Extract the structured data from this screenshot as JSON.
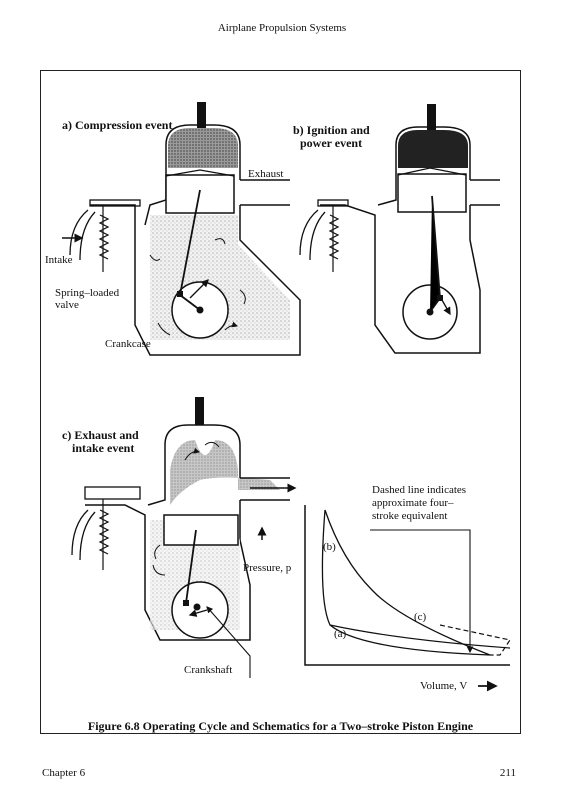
{
  "header": "Airplane Propulsion Systems",
  "panel_a": {
    "title": "a) Compression event",
    "exhaust": "Exhaust",
    "intake": "Intake",
    "valve_line1": "Spring–loaded",
    "valve_line2": "valve",
    "crankcase": "Crankcase"
  },
  "panel_b": {
    "title_line1": "b) Ignition and",
    "title_line2": "power event"
  },
  "panel_c": {
    "title_line1": "c) Exhaust and",
    "title_line2": "intake event",
    "crankshaft": "Crankshaft"
  },
  "graph": {
    "note_line1": "Dashed line indicates",
    "note_line2": "approximate four–",
    "note_line3": "stroke equivalent",
    "ylabel": "Pressure, p",
    "xlabel": "Volume, V",
    "label_a": "(a)",
    "label_b": "(b)",
    "label_c": "(c)"
  },
  "caption": "Figure 6.8 Operating Cycle and Schematics for a Two–stroke Piston Engine",
  "footer": {
    "chapter": "Chapter 6",
    "page": "211"
  }
}
